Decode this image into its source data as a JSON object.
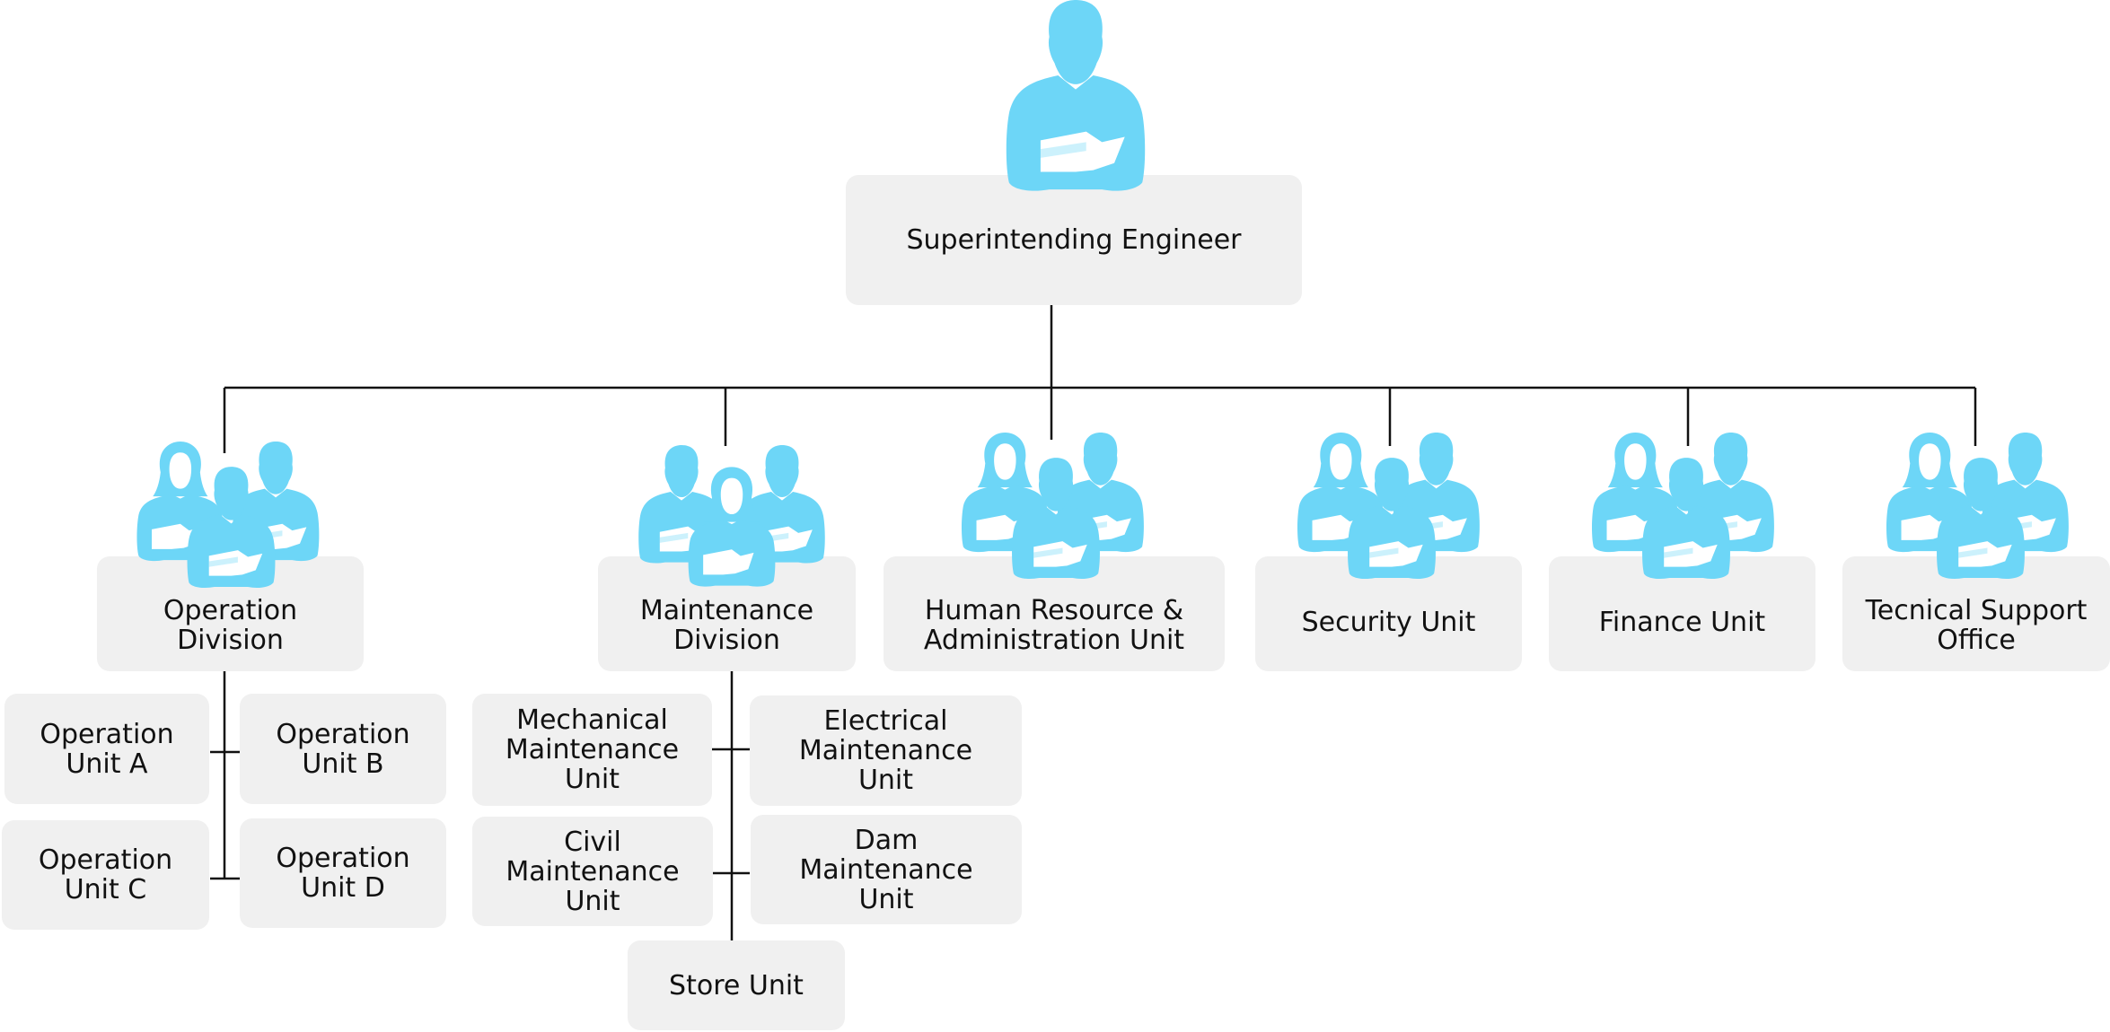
{
  "colors": {
    "box_fill": "#f0f0f0",
    "icon_fill": "#6dd6f7",
    "line": "#111111",
    "text": "#111111"
  },
  "icons": {
    "top": "person-with-folder-icon",
    "group": "group-of-three-people-icon"
  },
  "root": {
    "label": "Superintending Engineer"
  },
  "divisions": {
    "operation": {
      "label": "Operation\nDivision"
    },
    "maintenance": {
      "label": "Maintenance\nDivision"
    },
    "hr": {
      "label": "Human Resource &\nAdministration Unit"
    },
    "security": {
      "label": "Security Unit"
    },
    "finance": {
      "label": "Finance Unit"
    },
    "tech": {
      "label": "Tecnical Support\nOffice"
    }
  },
  "operation_units": {
    "a": "Operation\nUnit A",
    "b": "Operation\nUnit B",
    "c": "Operation\nUnit C",
    "d": "Operation\nUnit D"
  },
  "maintenance_units": {
    "mechanical": "Mechanical\nMaintenance\nUnit",
    "electrical": "Electrical\nMaintenance\nUnit",
    "civil": "Civil\nMaintenance\nUnit",
    "dam": "Dam\nMaintenance\nUnit",
    "store": "Store Unit"
  }
}
